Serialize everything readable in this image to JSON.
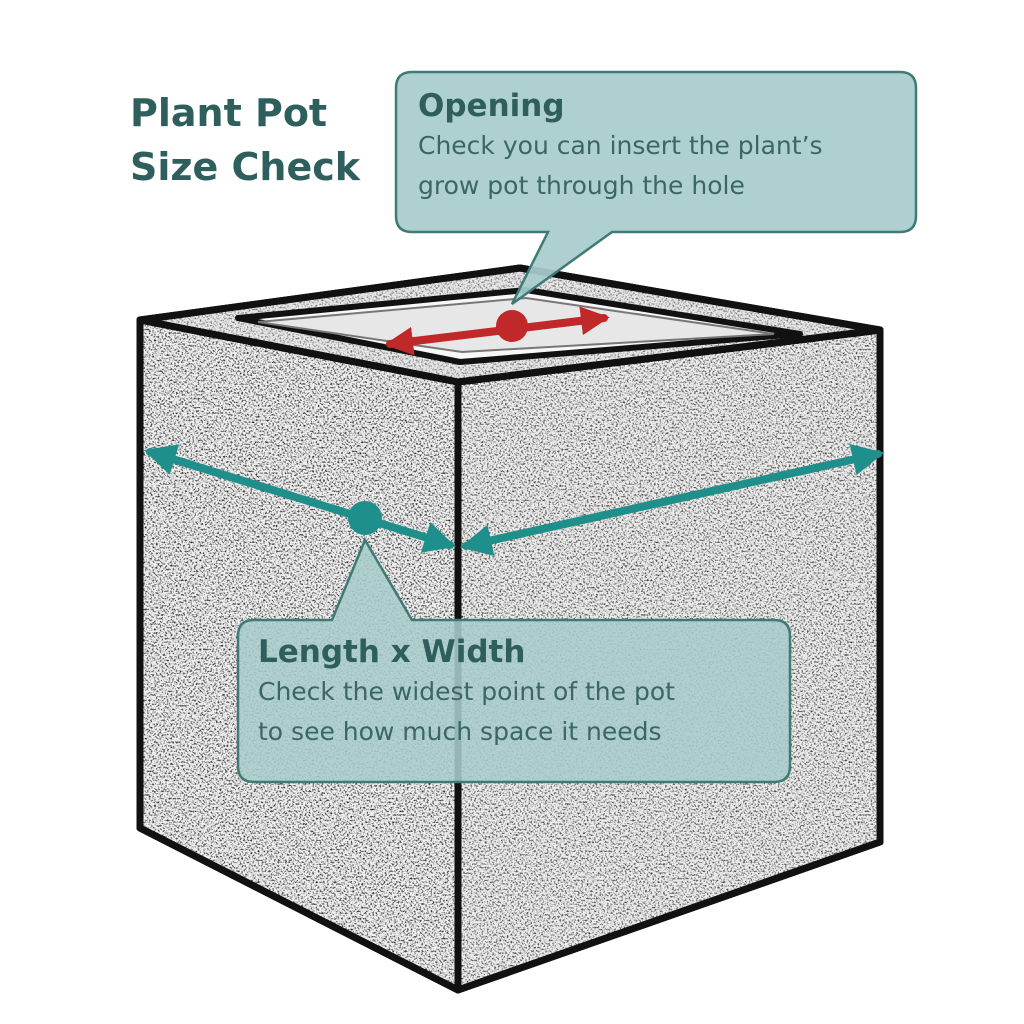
{
  "title": {
    "line1": "Plant Pot",
    "line2": "Size Check"
  },
  "callouts": {
    "opening": {
      "heading": "Opening",
      "line1": "Check you can insert the plant’s",
      "line2": "grow pot through the hole"
    },
    "length_width": {
      "heading": "Length x Width",
      "line1": "Check the widest point of the pot",
      "line2": "to see how much space it needs"
    }
  },
  "colors": {
    "teal_text": "#2e5f5c",
    "teal_arrow": "#1f8f8c",
    "callout_fill": "#a9cccc",
    "callout_border": "#3f7a76",
    "red_arrow": "#c0282a",
    "pot_stone": "#d8d8d8",
    "outline": "#111111"
  }
}
